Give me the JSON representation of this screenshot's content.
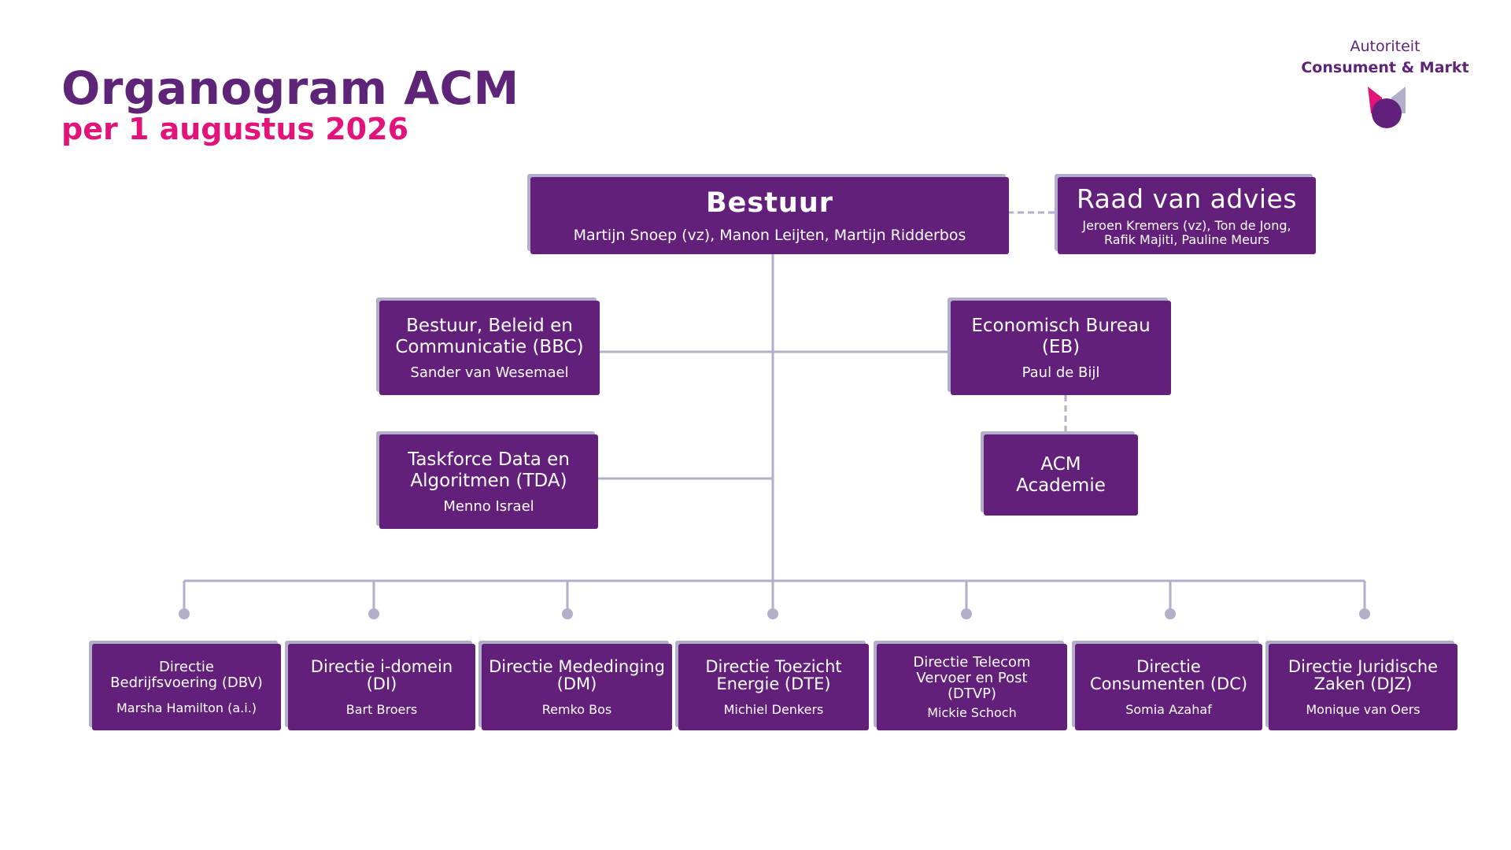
{
  "header": {
    "title": "Organogram ACM",
    "subtitle": "per 1 augustus 2026"
  },
  "logo": {
    "line1": "Autoriteit",
    "line2": "Consument & Markt"
  },
  "colors": {
    "box": "#62207b",
    "box_shadow": "#b3aec9",
    "connector": "#b3aec9",
    "title": "#5e2478",
    "subtitle": "#e2147a",
    "logo_pink": "#e2147a",
    "logo_purple": "#62207b",
    "logo_grey": "#b3aec9"
  },
  "bestuur": {
    "name": "Bestuur",
    "people": "Martijn Snoep (vz), Manon Leijten, Martijn Ridderbos"
  },
  "raad": {
    "name": "Raad van advies",
    "people": [
      "Jeroen Kremers (vz), Ton de Jong,",
      "Rafik Majiti, Pauline Meurs"
    ]
  },
  "staff": [
    {
      "name": [
        "Bestuur, Beleid en",
        "Communicatie (BBC)"
      ],
      "person": "Sander van Wesemael"
    },
    {
      "name": [
        "Taskforce Data en",
        "Algoritmen (TDA)"
      ],
      "person": "Menno Israel"
    },
    {
      "name": [
        "Economisch Bureau",
        "(EB)"
      ],
      "person": "Paul de Bijl"
    },
    {
      "name": [
        "ACM",
        "Academie"
      ],
      "person": ""
    }
  ],
  "directies": [
    {
      "name": [
        "Directie",
        "Bedrijfsvoering (DBV)"
      ],
      "person": "Marsha Hamilton (a.i.)"
    },
    {
      "name": [
        "Directie i-domein",
        "(DI)"
      ],
      "person": "Bart Broers"
    },
    {
      "name": [
        "Directie Mededinging",
        "(DM)"
      ],
      "person": "Remko Bos"
    },
    {
      "name": [
        "Directie Toezicht",
        "Energie (DTE)"
      ],
      "person": "Michiel Denkers"
    },
    {
      "name": [
        "Directie Telecom",
        "Vervoer en Post",
        "(DTVP)"
      ],
      "person": "Mickie Schoch"
    },
    {
      "name": [
        "Directie",
        "Consumenten (DC)"
      ],
      "person": "Somia Azahaf"
    },
    {
      "name": [
        "Directie Juridische",
        "Zaken (DJZ)"
      ],
      "person": "Monique van Oers"
    }
  ]
}
